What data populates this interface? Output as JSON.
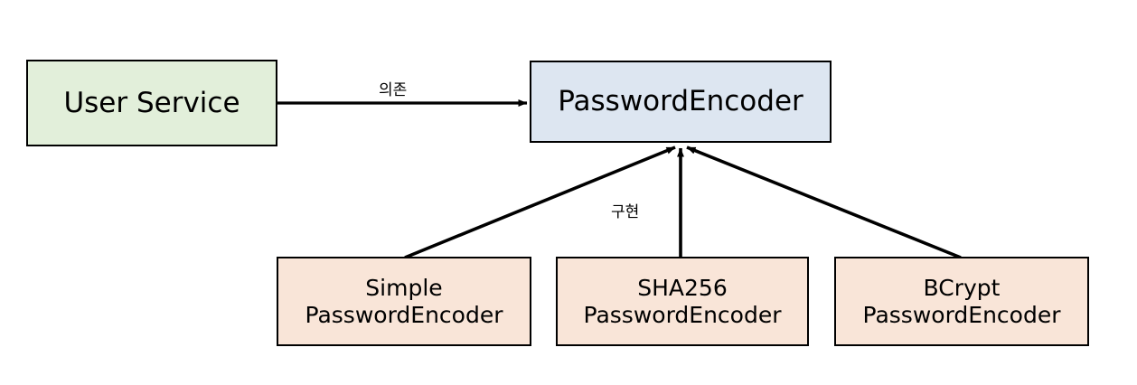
{
  "diagram": {
    "type": "uml-class-diagram",
    "colors": {
      "green_fill": "#e2efda",
      "blue_fill": "#dde6f1",
      "peach_fill": "#f9e5d8",
      "stroke": "#000000",
      "background": "#ffffff"
    },
    "nodes": [
      {
        "id": "user-service",
        "label": "User Service",
        "fill": "#e2efda"
      },
      {
        "id": "password-encoder",
        "label": "PasswordEncoder",
        "fill": "#dde6f1"
      },
      {
        "id": "simple-password-encoder",
        "label": "Simple\nPasswordEncoder",
        "fill": "#f9e5d8"
      },
      {
        "id": "sha256-password-encoder",
        "label": "SHA256\nPasswordEncoder",
        "fill": "#f9e5d8"
      },
      {
        "id": "bcrypt-password-encoder",
        "label": "BCrypt\nPasswordEncoder",
        "fill": "#f9e5d8"
      }
    ],
    "edges": [
      {
        "id": "dependency",
        "from": "user-service",
        "to": "password-encoder",
        "label": "의존",
        "arrow": "filled"
      },
      {
        "id": "implements-simple",
        "from": "simple-password-encoder",
        "to": "password-encoder",
        "label": "",
        "arrow": "filled"
      },
      {
        "id": "implements-sha256",
        "from": "sha256-password-encoder",
        "to": "password-encoder",
        "label": "구현",
        "arrow": "filled"
      },
      {
        "id": "implements-bcrypt",
        "from": "bcrypt-password-encoder",
        "to": "password-encoder",
        "label": "",
        "arrow": "filled"
      }
    ]
  }
}
